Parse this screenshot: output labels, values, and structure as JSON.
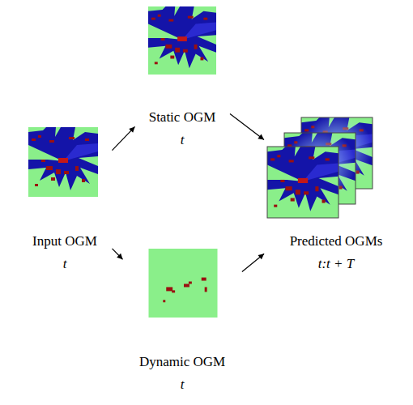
{
  "diagram": {
    "nodes": [
      {
        "text": [
          "Input OGM",
          "t"
        ]
      },
      {
        "text": [
          "Static OGM",
          "t"
        ]
      },
      {
        "text": [
          "Dynamic OGM",
          "t"
        ]
      },
      {
        "text": [
          "Predicted OGMs",
          "t:t + T"
        ]
      }
    ],
    "edges": [
      {
        "from": 0,
        "to": 1,
        "arrow": "to"
      },
      {
        "from": 0,
        "to": 2,
        "arrow": "to"
      },
      {
        "from": 1,
        "to": 3,
        "arrow": "to"
      },
      {
        "from": 2,
        "to": 3,
        "arrow": "to"
      }
    ]
  }
}
